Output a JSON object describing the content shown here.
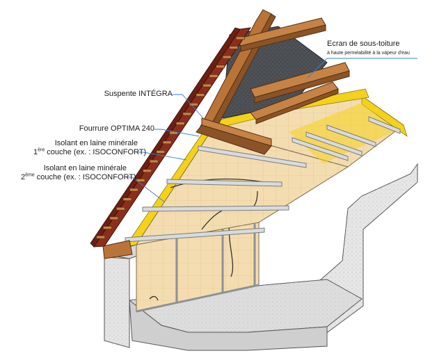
{
  "labels": {
    "ecran": {
      "title": "Ecran de sous-toiture",
      "subtitle": "à haute perméabilité à la vapeur d'eau"
    },
    "suspente": {
      "text": "Suspente INTÉGRA"
    },
    "fourrure": {
      "text": "Fourrure OPTIMA 240"
    },
    "isolant1": {
      "line1": "Isolant en laine minérale",
      "line2_num": "1",
      "line2_sup": "ère",
      "line2_rest": " couche (ex. : ISOCONFORT)"
    },
    "isolant2": {
      "line1": "Isolant en laine minérale",
      "line2_num": "2",
      "line2_sup": "ème",
      "line2_rest": " couche (ex. : ISOCONFORT)"
    }
  },
  "colors": {
    "leader": "#3a7ec8",
    "insulation": "#f3ddb0",
    "yellow_membrane": "#f5d21a",
    "timber": "#b9743a",
    "tile": "#8c2e1e",
    "masonry": "#e6e6e6",
    "metal": "#d9dadb",
    "membrane_dark": "#4a4d52"
  }
}
